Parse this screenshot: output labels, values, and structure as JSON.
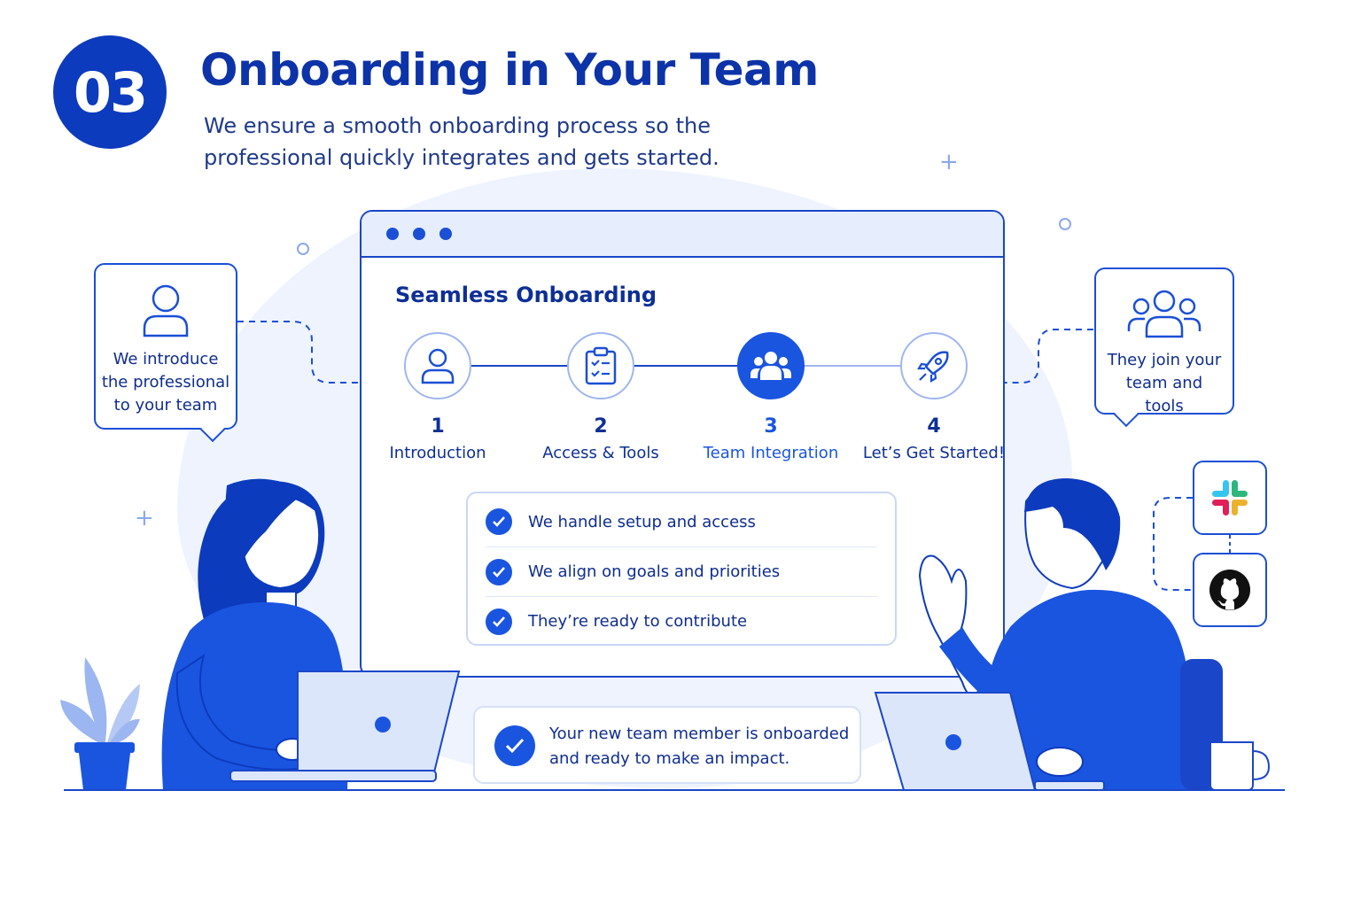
{
  "header": {
    "step_number": "03",
    "title": "Onboarding in Your Team",
    "subtitle": "We ensure a smooth onboarding process so the professional quickly integrates and gets started."
  },
  "window": {
    "title": "Seamless Onboarding",
    "steps": [
      {
        "number": "1",
        "label": "Introduction",
        "icon": "user-icon",
        "active": false
      },
      {
        "number": "2",
        "label": "Access & Tools",
        "icon": "clipboard-checklist-icon",
        "active": false
      },
      {
        "number": "3",
        "label": "Team Integration",
        "icon": "group-icon",
        "active": true
      },
      {
        "number": "4",
        "label": "Let’s Get Started!",
        "icon": "rocket-icon",
        "active": false
      }
    ],
    "checklist": [
      "We handle setup and access",
      "We align on goals and priorities",
      "They’re ready to contribute"
    ]
  },
  "bubbles": {
    "left": "We introduce the professional to your team",
    "right": "They join your team and tools"
  },
  "apps": [
    "slack-icon",
    "github-icon"
  ],
  "completion": {
    "text": "Your new team member is onboarded and ready to make an impact."
  },
  "colors": {
    "primary": "#1a55e0",
    "dark_blue": "#0d33a8",
    "light_bg": "#eef3fd"
  }
}
